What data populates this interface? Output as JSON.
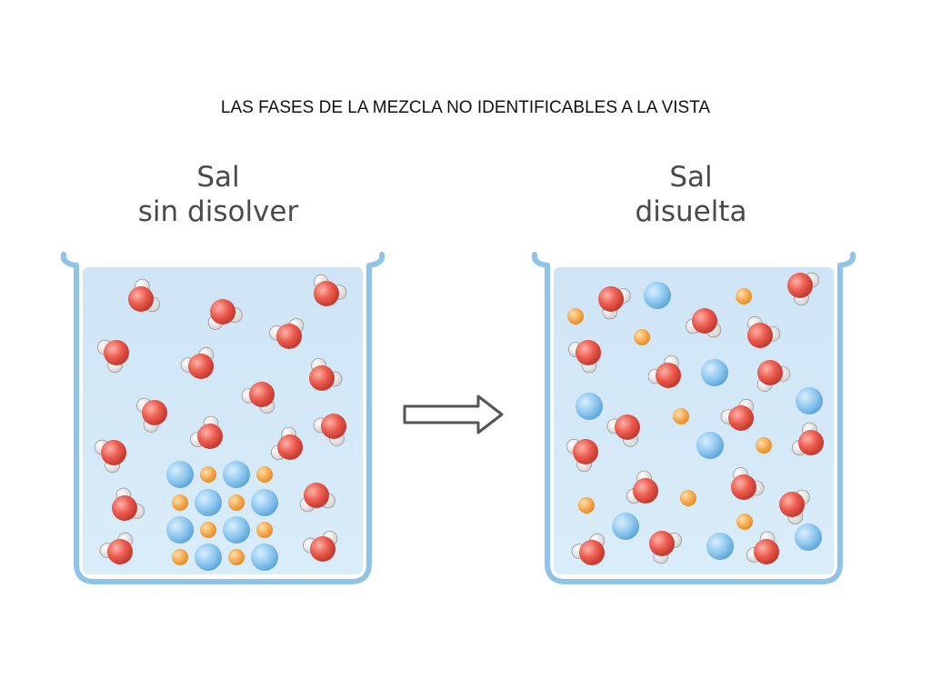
{
  "slide": {
    "title": "LAS FASES DE LA MEZCLA NO IDENTIFICABLES A LA VISTA"
  },
  "panels": [
    {
      "line1": "Sal",
      "line2": "sin disolver"
    },
    {
      "line1": "Sal",
      "line2": "disuelta"
    }
  ],
  "colors": {
    "water": "#d3e8f7",
    "beaker_outline": "#8fc3e8",
    "oxygen": "#e8574c",
    "hydrogen": "#f2f2f2",
    "chloride_ion": "#8ec6ee",
    "sodium_ion": "#f2a44a",
    "arrow": "#555555"
  },
  "icons": [
    "beaker-icon",
    "right-arrow-icon",
    "water-molecule-icon",
    "chloride-ion-icon",
    "sodium-ion-icon"
  ]
}
